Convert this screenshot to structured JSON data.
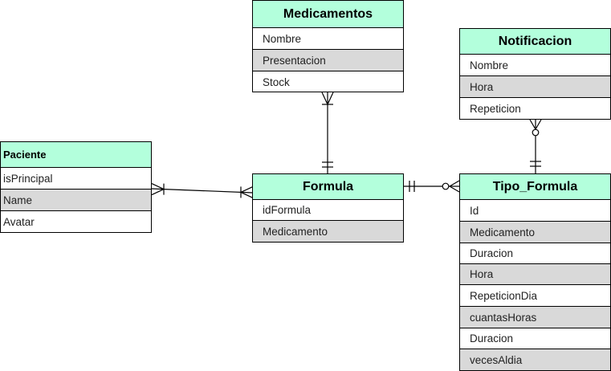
{
  "entities": {
    "medicamentos": {
      "title": "Medicamentos",
      "fields": [
        "Nombre",
        "Presentacion",
        "Stock"
      ]
    },
    "notificacion": {
      "title": "Notificacion",
      "fields": [
        "Nombre",
        "Hora",
        "Repeticion"
      ]
    },
    "paciente": {
      "title": "Paciente",
      "fields": [
        "isPrincipal",
        "Name",
        "Avatar"
      ]
    },
    "formula": {
      "title": "Formula",
      "fields": [
        "idFormula",
        "Medicamento"
      ]
    },
    "tipo_formula": {
      "title": "Tipo_Formula",
      "fields": [
        "Id",
        "Medicamento",
        "Duracion",
        "Hora",
        "RepeticionDia",
        "cuantasHoras",
        "Duracion",
        "vecesAldia"
      ]
    }
  },
  "colors": {
    "header_fill": "#b3ffdc",
    "alt_row_fill": "#d9d9d9",
    "line": "#000000"
  },
  "relationships": [
    {
      "from": "medicamentos",
      "to": "formula",
      "from_end": "one-or-many",
      "to_end": "one-and-only-one"
    },
    {
      "from": "paciente",
      "to": "formula",
      "from_end": "one-or-many",
      "to_end": "one-or-many"
    },
    {
      "from": "formula",
      "to": "tipo_formula",
      "from_end": "one-and-only-one",
      "to_end": "zero-or-many"
    },
    {
      "from": "notificacion",
      "to": "tipo_formula",
      "from_end": "zero-or-many",
      "to_end": "one-and-only-one"
    }
  ]
}
